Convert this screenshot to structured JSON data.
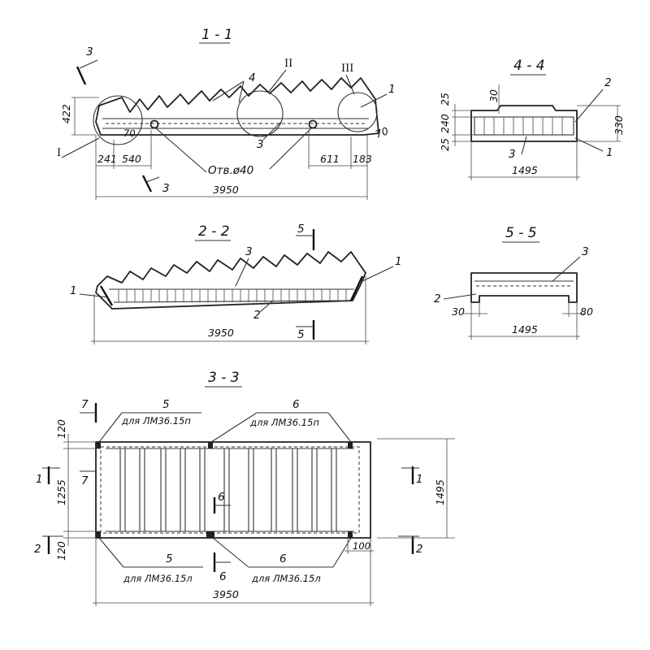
{
  "sections": {
    "s11": "1 - 1",
    "s22": "2 - 2",
    "s33": "3 - 3",
    "s44": "4 - 4",
    "s55": "5 - 5"
  },
  "view11": {
    "dims": {
      "h422": "422",
      "d241": "241",
      "d540": "540",
      "d611": "611",
      "d183": "183",
      "d3950": "3950",
      "d70a": "70",
      "d70b": "70"
    },
    "hole_note": "Отв.ø40",
    "callouts": {
      "c1": "1",
      "c3": "3",
      "c4": "4"
    },
    "details": {
      "I": "I",
      "II": "II",
      "III": "III"
    },
    "cut3_top": "3",
    "cut3_bot": "3"
  },
  "view44": {
    "dims": {
      "d30": "30",
      "d25a": "25",
      "d240": "240",
      "d25b": "25",
      "d330": "330",
      "d1495": "1495"
    },
    "callouts": {
      "c1": "1",
      "c2": "2",
      "c3": "3"
    }
  },
  "view22": {
    "dims": {
      "d3950": "3950"
    },
    "callouts": {
      "c1a": "1",
      "c1b": "1",
      "c2": "2",
      "c3": "3"
    },
    "cut5_top": "5",
    "cut5_bot": "5"
  },
  "view55": {
    "dims": {
      "d30": "30",
      "d80": "80",
      "d1495": "1495"
    },
    "callouts": {
      "c2": "2",
      "c3": "3"
    }
  },
  "view33": {
    "dims": {
      "d120a": "120",
      "d1255": "1255",
      "d120b": "120",
      "d1495": "1495",
      "d100": "100",
      "d3950": "3950"
    },
    "callouts": {
      "c5top": "5",
      "c6top": "6",
      "c5bot": "5",
      "c6bot": "6"
    },
    "notes": {
      "top_left": "для ЛМ36.15п",
      "top_right": "для ЛМ36.15п",
      "bot_left": "для ЛМ36.15л",
      "bot_right": "для ЛМ36.15л"
    },
    "cuts": {
      "c7a": "7",
      "c7b": "7",
      "c1l": "1",
      "c1r": "1",
      "c2l": "2",
      "c2r": "2",
      "c6a": "6",
      "c6b": "6"
    }
  }
}
